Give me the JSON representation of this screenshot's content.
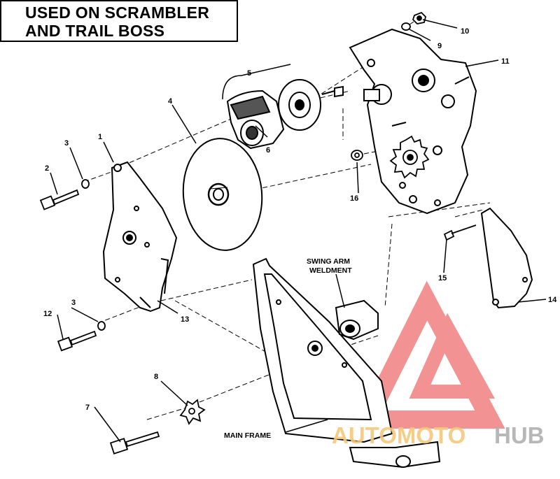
{
  "title": {
    "line1": "USED ON SCRAMBLER",
    "line2": "AND TRAIL BOSS"
  },
  "callouts": [
    "1",
    "2",
    "3",
    "3",
    "4",
    "5",
    "6",
    "7",
    "8",
    "9",
    "10",
    "11",
    "12",
    "13",
    "14",
    "15",
    "16"
  ],
  "labels": {
    "swing_arm_line1": "SWING ARM",
    "swing_arm_line2": "WELDMENT",
    "main_frame": "MAIN FRAME"
  },
  "watermark": {
    "text_orange": "AUTOMOTO",
    "text_gray": "HUB",
    "color_red": "#f08080",
    "color_orange": "#f5c87a",
    "color_gray": "#b0b0b0"
  }
}
